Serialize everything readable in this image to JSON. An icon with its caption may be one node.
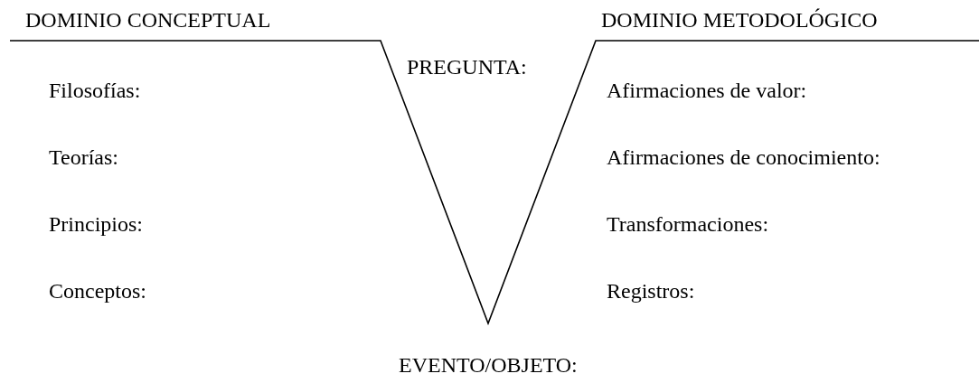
{
  "diagram": {
    "labels": [
      "DOMINIO CONCEPTUAL",
      "DOMINIO METODOLÓGICO",
      "PREGUNTA:",
      "Filosofías:",
      "Afirmaciones de valor:",
      "Teorías:",
      "Afirmaciones de conocimiento:",
      "Principios:",
      "Transformaciones:",
      "Conceptos:",
      "Registros:",
      "EVENTO/OBJETO:"
    ]
  }
}
